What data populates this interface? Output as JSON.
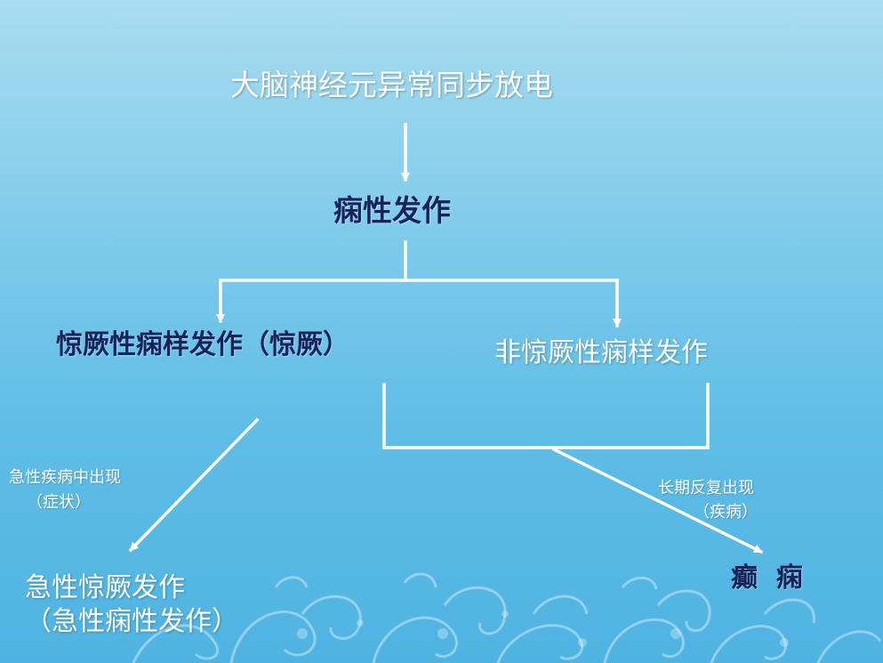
{
  "diagram": {
    "nodes": {
      "root": "大脑神经元异常同步放电",
      "seizure": "痫性发作",
      "syncope_type": "惊厥性痫样发作（惊厥）",
      "non_syncope_type": "非惊厥性痫样发作",
      "acute_line1": "急性惊厥发作",
      "acute_line2": "（急性痫性发作）",
      "epilepsy": "癫  痫"
    },
    "edge_labels": {
      "acute_line1": "急性疾病中出现",
      "acute_line2": "（症状）",
      "chronic_line1": "长期反复出现",
      "chronic_line2": "（疾病）"
    }
  },
  "colors": {
    "background_top": "#a9dcf0",
    "background_bottom": "#4fb3e1",
    "text_white": "#ffffff",
    "text_navy": "#17235a",
    "connector": "#ffffff"
  }
}
